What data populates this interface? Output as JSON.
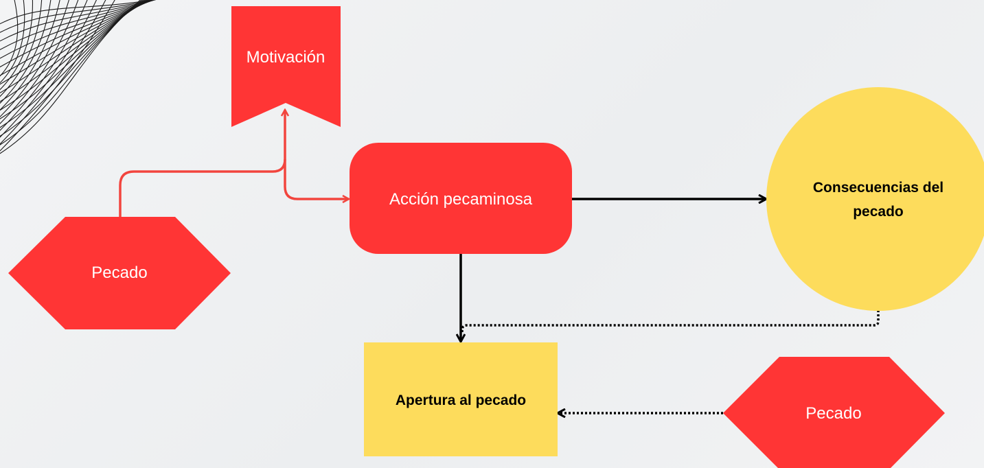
{
  "colors": {
    "red": "#ff3535",
    "yellow": "#fddc5c",
    "connector_red": "#f2453e",
    "connector_black": "#000000",
    "background": "#eef0f1"
  },
  "decoration": {
    "icon": "wave-lines-icon"
  },
  "nodes": {
    "motivacion": {
      "label": "Motivación",
      "shape": "banner"
    },
    "pecado_left": {
      "label": "Pecado",
      "shape": "hexagon"
    },
    "accion": {
      "label": "Acción pecaminosa",
      "shape": "rounded-rectangle"
    },
    "consecuencias": {
      "label_line1": "Consecuencias del",
      "label_line2": "pecado",
      "shape": "circle"
    },
    "apertura": {
      "label": "Apertura al pecado",
      "shape": "rectangle"
    },
    "pecado_right": {
      "label": "Pecado",
      "shape": "hexagon"
    }
  },
  "edges": [
    {
      "from": "pecado_left",
      "to": "motivacion",
      "style": "solid",
      "color": "red"
    },
    {
      "from": "motivacion",
      "to": "accion",
      "style": "solid",
      "color": "red"
    },
    {
      "from": "accion",
      "to": "consecuencias",
      "style": "solid",
      "color": "black"
    },
    {
      "from": "accion",
      "to": "apertura",
      "style": "solid",
      "color": "black"
    },
    {
      "from": "consecuencias",
      "to": "apertura",
      "style": "dotted",
      "color": "black"
    },
    {
      "from": "pecado_right",
      "to": "apertura",
      "style": "dotted",
      "color": "black"
    }
  ]
}
